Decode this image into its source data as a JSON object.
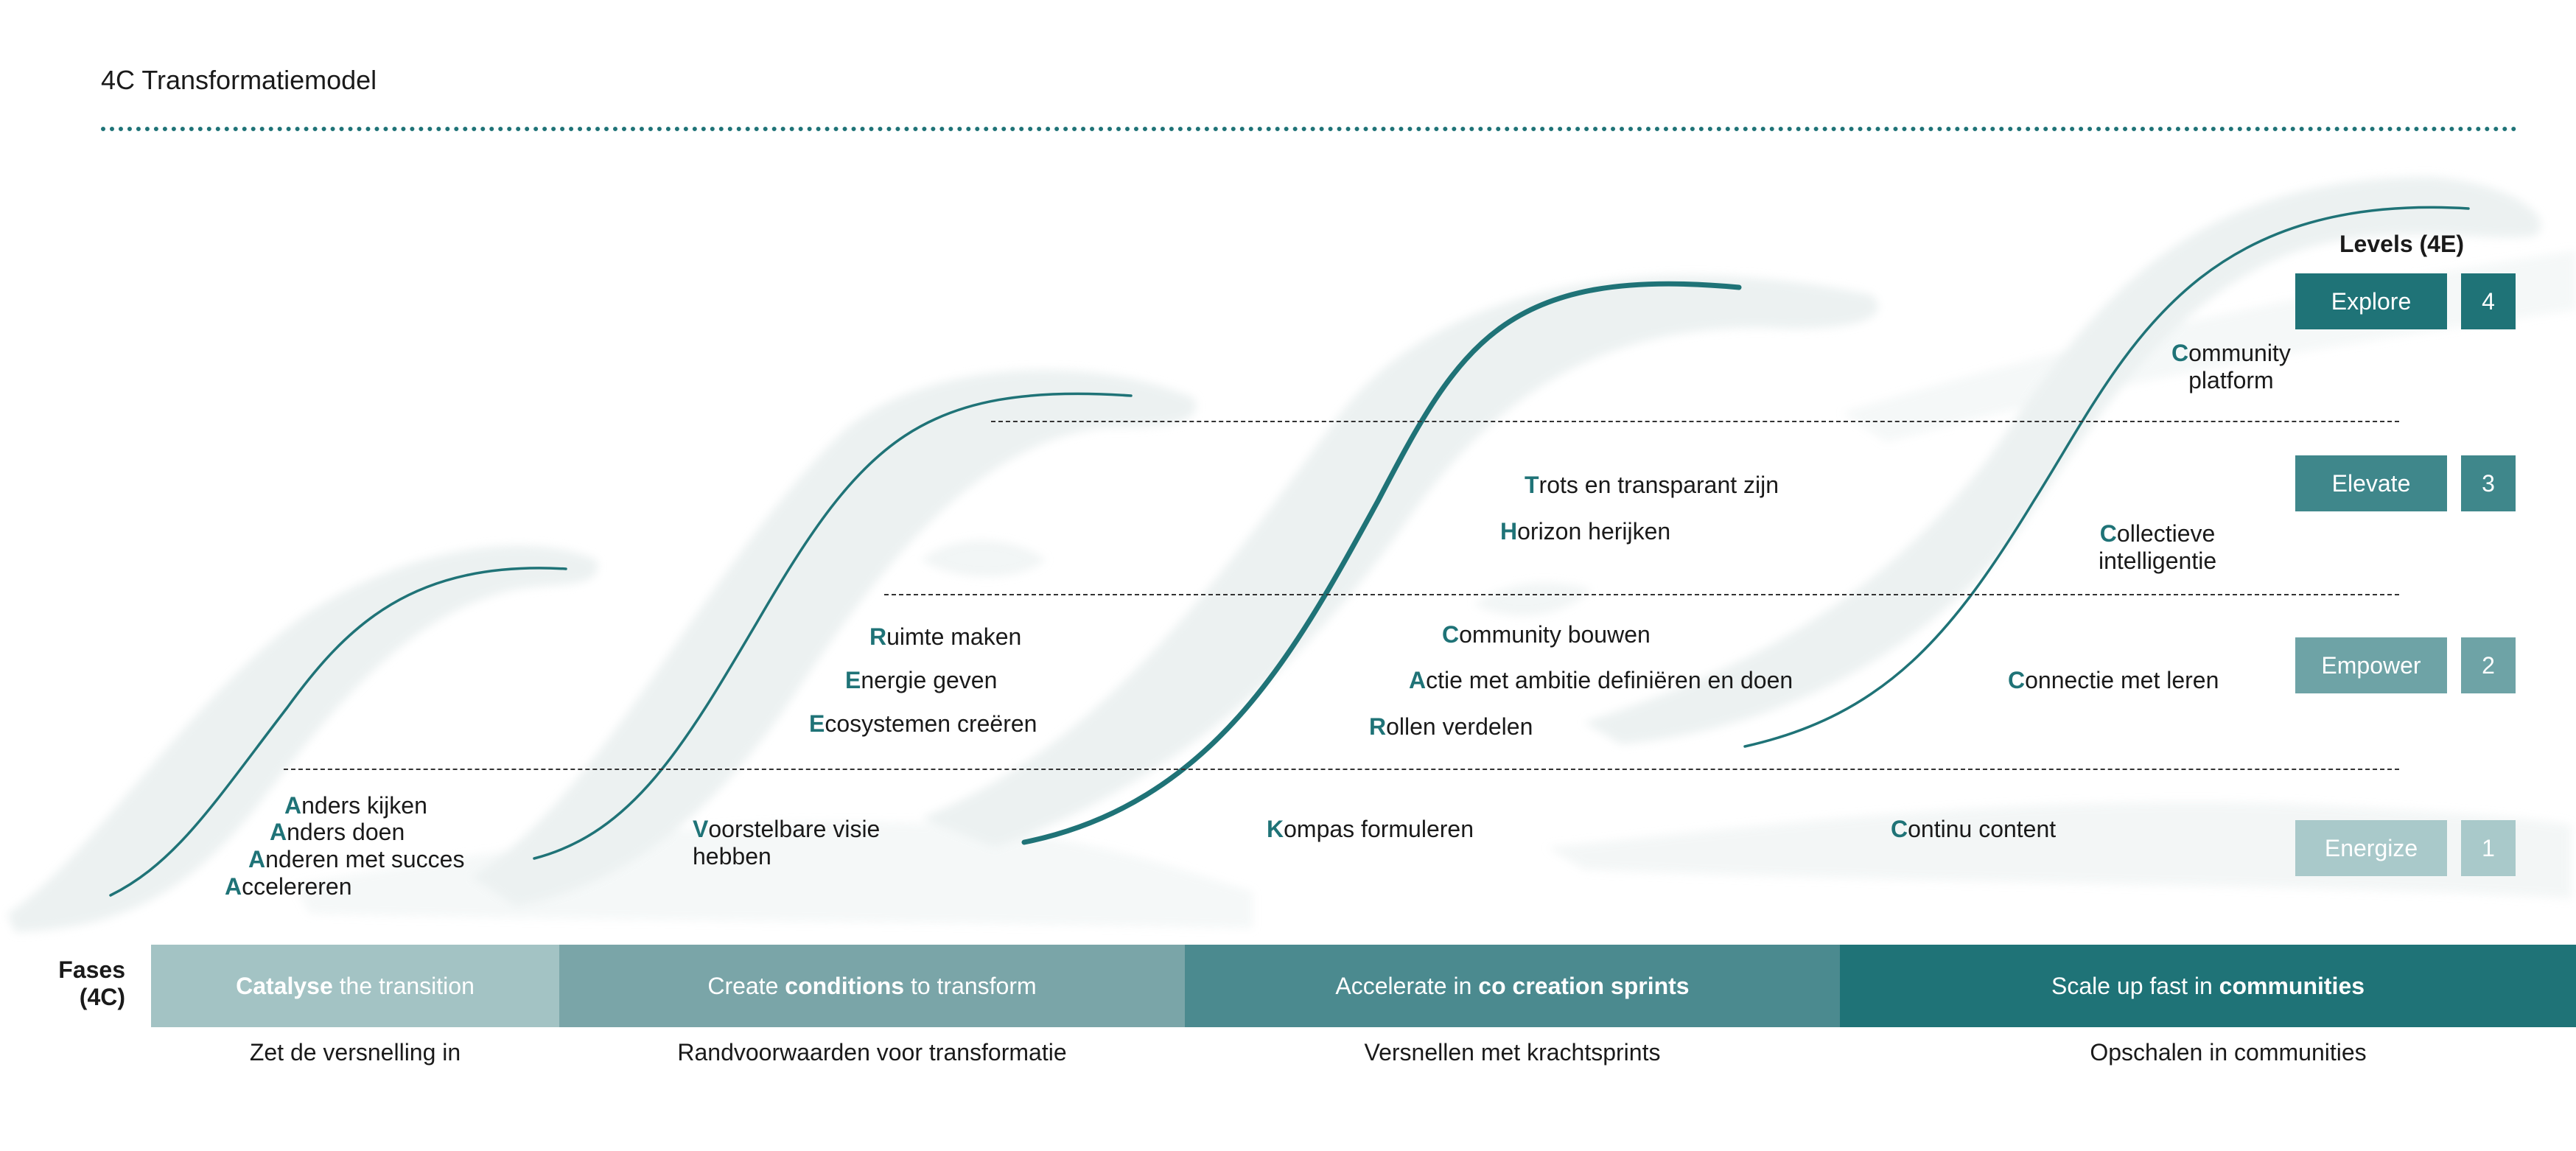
{
  "title": "4C Transformatiemodel",
  "levels": {
    "title": "Levels (4E)",
    "items": [
      {
        "label": "Explore",
        "number": "4",
        "color": "#1f7377"
      },
      {
        "label": "Elevate",
        "number": "3",
        "color": "#3f878b"
      },
      {
        "label": "Empower",
        "number": "2",
        "color": "#6ea3a6"
      },
      {
        "label": "Energize",
        "number": "1",
        "color": "#a9c9ca"
      }
    ]
  },
  "fases_label": [
    "Fases",
    "(4C)"
  ],
  "phases": [
    {
      "pre": "",
      "bold": "Catalyse",
      "post": " the transition",
      "sub": "Zet de versnelling in",
      "color": "#a3c3c4"
    },
    {
      "pre": "Create ",
      "bold": "conditions",
      "post": " to transform",
      "sub": "Randvoorwaarden voor transformatie",
      "color": "#7aa5a8"
    },
    {
      "pre": "Accelerate in ",
      "bold": "co creation sprints",
      "post": "",
      "sub": "Versnellen met krachtsprints",
      "color": "#4b8a8f"
    },
    {
      "pre": "Scale up fast in ",
      "bold": "communities",
      "post": "",
      "sub": "Opschalen in communities",
      "color": "#1f7377"
    }
  ],
  "labels": {
    "a1": {
      "init": "A",
      "rest": "nders kijken"
    },
    "a2": {
      "init": "A",
      "rest": "nders doen"
    },
    "a3": {
      "init": "A",
      "rest": "nderen met succes"
    },
    "a4": {
      "init": "A",
      "rest": "ccelereren"
    },
    "v1": {
      "init": "V",
      "rest": "oorstelbare visie",
      "line2": "hebben"
    },
    "r1": {
      "init": "R",
      "rest": "uimte maken"
    },
    "e1": {
      "init": "E",
      "rest": "nergie geven"
    },
    "e2": {
      "init": "E",
      "rest": "cosystemen creëren"
    },
    "k1": {
      "init": "K",
      "rest": "ompas formuleren"
    },
    "c1": {
      "init": "C",
      "rest": "ommunity bouwen"
    },
    "ac1": {
      "init": "A",
      "rest": "ctie met ambitie definiëren en doen"
    },
    "ro1": {
      "init": "R",
      "rest": "ollen verdelen"
    },
    "t1": {
      "init": "T",
      "rest": "rots en transparant zijn"
    },
    "h1": {
      "init": "H",
      "rest": "orizon herijken"
    },
    "cc1": {
      "init": "C",
      "rest": "ontinu content"
    },
    "cl1": {
      "init": "C",
      "rest": "onnectie met leren"
    },
    "co1": {
      "init": "C",
      "rest": "ollectieve",
      "line2": "intelligentie"
    },
    "cp1": {
      "init": "C",
      "rest": "ommunity",
      "line2": "platform"
    }
  }
}
